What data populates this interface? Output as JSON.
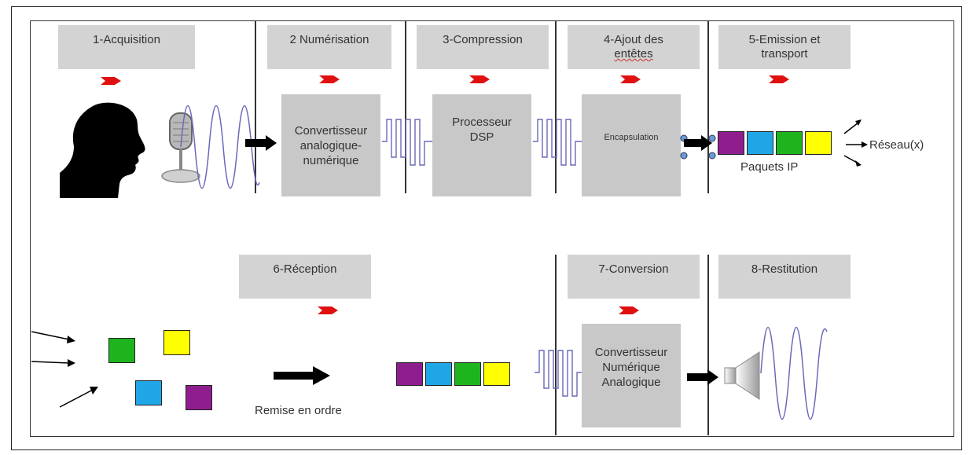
{
  "steps": {
    "s1": "1-Acquisition",
    "s2": "2 Numérisation",
    "s3": "3-Compression",
    "s4_line1": "4-Ajout des",
    "s4_line2": "entêtes",
    "s5_line1": "5-Emission et",
    "s5_line2": "transport",
    "s6": "6-Réception",
    "s7": "7-Conversion",
    "s8": "8-Restitution"
  },
  "boxes": {
    "adc_line1": "Convertisseur",
    "adc_line2": "analogique-",
    "adc_line3": "numérique",
    "dsp_line1": "Processeur",
    "dsp_line2": "DSP",
    "encap": "Encapsulation",
    "dac_line1": "Convertisseur",
    "dac_line2": "Numérique",
    "dac_line3": "Analogique"
  },
  "labels": {
    "paquets_ip": "Paquets IP",
    "reseau": "Réseau(x)",
    "remise": "Remise en ordre"
  },
  "colors": {
    "purple": "#8e1e8e",
    "cyan": "#1ea6e6",
    "green": "#1eb41e",
    "yellow": "#ffff00",
    "wave": "#6a6ab8",
    "red_arrow": "#e01010",
    "box_gray": "#c8c8c8",
    "label_gray": "#d3d3d3"
  }
}
